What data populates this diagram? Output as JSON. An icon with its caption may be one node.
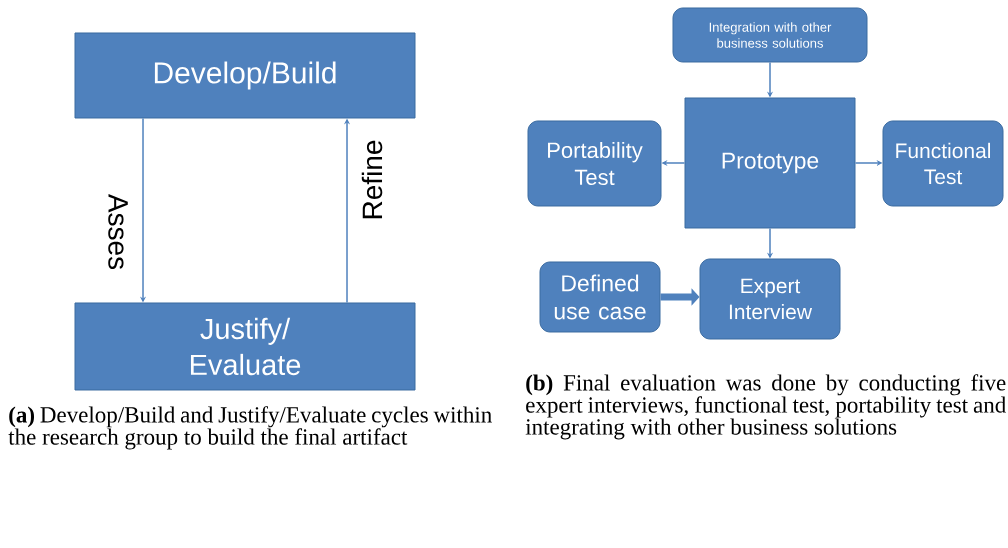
{
  "diagram": {
    "nodes": [
      {
        "text": [
          "Develop/Build"
        ]
      },
      {
        "text": [
          "Justify/ Evaluate"
        ]
      },
      {
        "text": [
          "Integration with other business solutions"
        ]
      },
      {
        "text": [
          "Portability Test"
        ]
      },
      {
        "text": [
          "Prototype"
        ]
      },
      {
        "text": [
          "Functional Test"
        ]
      },
      {
        "text": [
          "Defined use case"
        ]
      },
      {
        "text": [
          "Expert Interview"
        ]
      }
    ],
    "edges": [
      {
        "from": 0,
        "to": 1,
        "arrow": "to",
        "label": "Asses"
      },
      {
        "from": 1,
        "to": 0,
        "arrow": "to",
        "label": "Refine"
      },
      {
        "from": 2,
        "to": 4,
        "arrow": "to"
      },
      {
        "from": 4,
        "to": 3,
        "arrow": "to"
      },
      {
        "from": 4,
        "to": 5,
        "arrow": "to"
      },
      {
        "from": 4,
        "to": 7,
        "arrow": "to"
      },
      {
        "from": 6,
        "to": 7,
        "arrow": "to",
        "style": "thick"
      }
    ],
    "labels": [
      "**(a)** Develop/Build and Justify/Evaluate cycles within the research group to build the final artifact",
      "**(b)** Final evaluation was done by conducting five expert interviews, functional test, portability test and integrating with other business solutions"
    ]
  }
}
